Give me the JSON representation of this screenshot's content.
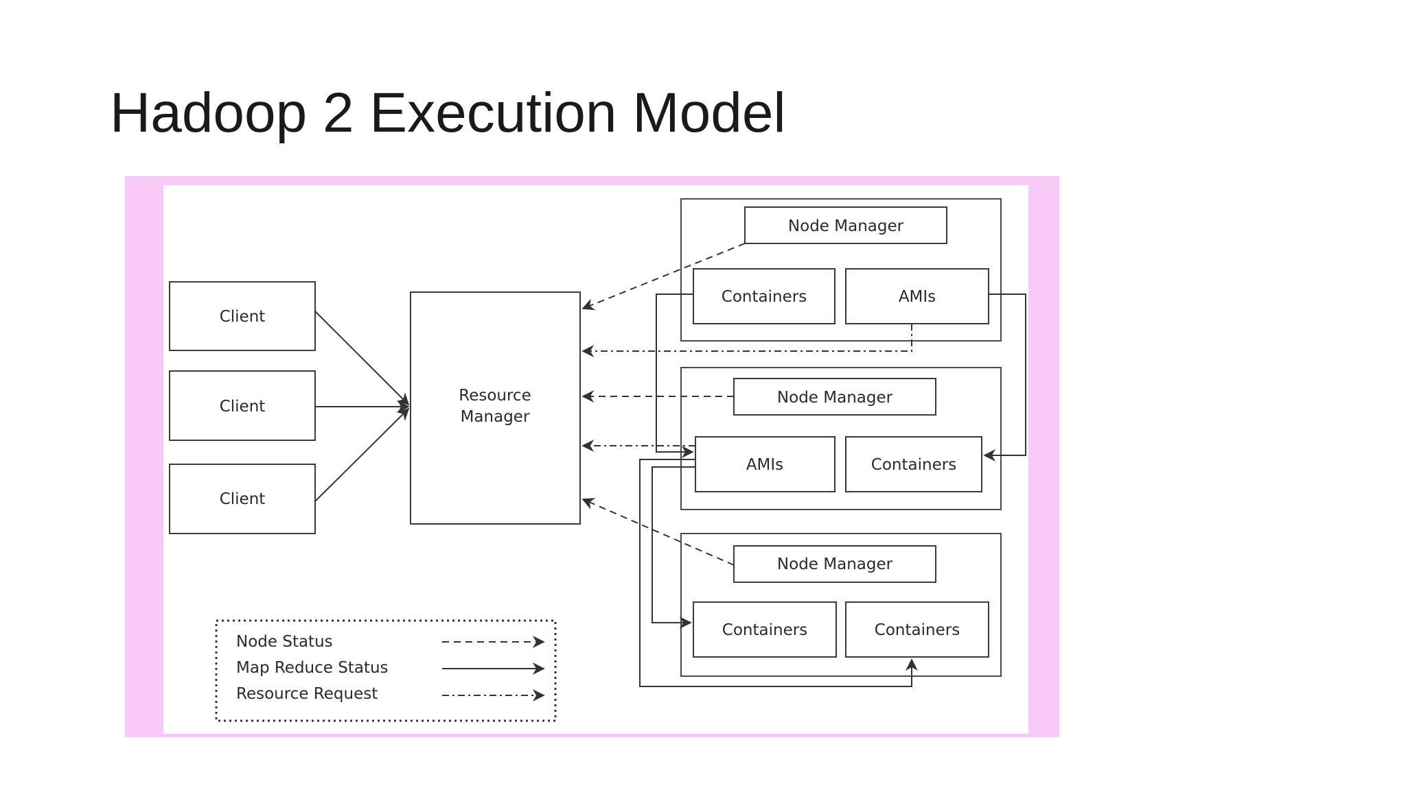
{
  "slide": {
    "title": "Hadoop 2 Execution Model"
  },
  "diagram": {
    "clients": [
      "Client",
      "Client",
      "Client"
    ],
    "resource_manager": [
      "Resource",
      "Manager"
    ],
    "node_groups": [
      {
        "node_manager": "Node Manager",
        "left_box": "Containers",
        "right_box": "AMIs"
      },
      {
        "node_manager": "Node Manager",
        "left_box": "AMIs",
        "right_box": "Containers"
      },
      {
        "node_manager": "Node Manager",
        "left_box": "Containers",
        "right_box": "Containers"
      }
    ],
    "legend": [
      {
        "label": "Node Status",
        "style": "dashed"
      },
      {
        "label": "Map Reduce Status",
        "style": "solid"
      },
      {
        "label": "Resource Request",
        "style": "dash-dot"
      }
    ]
  },
  "colors": {
    "figure_border": "#f8c8f6",
    "figure_background": "#ffffff",
    "line": "#333333"
  }
}
